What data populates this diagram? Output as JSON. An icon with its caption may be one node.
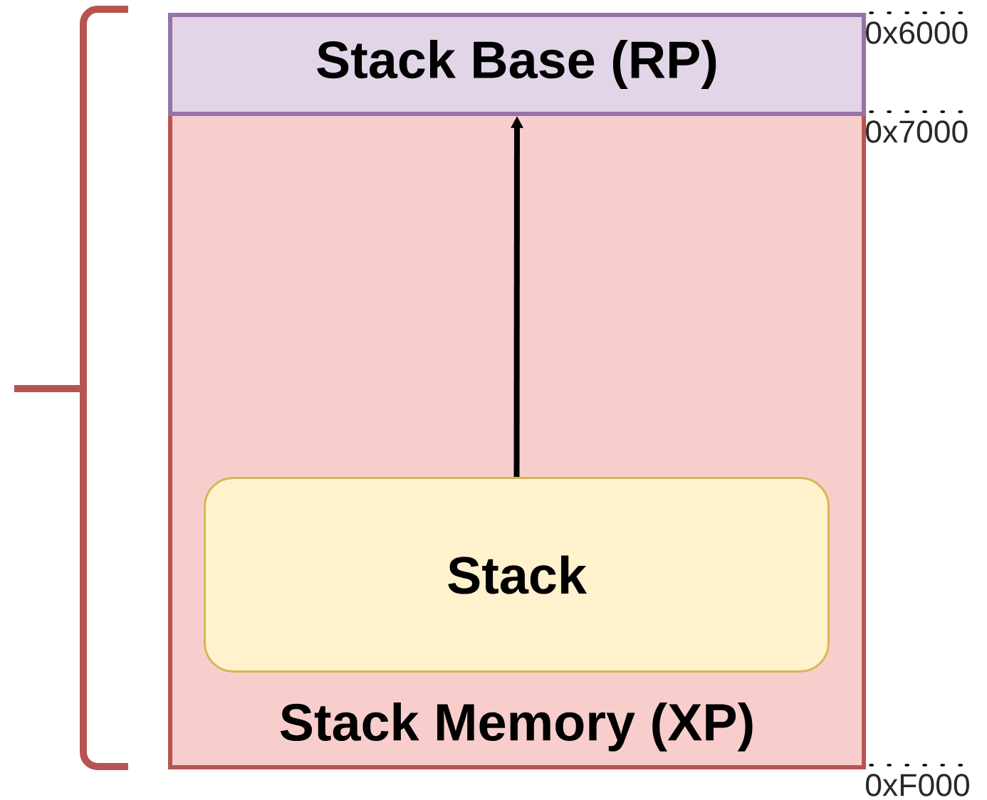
{
  "diagram": {
    "nodes": [
      {
        "text": [
          "Stack Memory (XP)"
        ]
      },
      {
        "text": [
          "Stack Base (RP)"
        ]
      },
      {
        "text": [
          "Stack"
        ],
        "in": 0
      }
    ],
    "edges": [
      {
        "from": 2,
        "to": 1,
        "arrow": "to"
      }
    ],
    "labels": [
      "0x6000",
      "0x7000",
      "0xF000"
    ]
  }
}
